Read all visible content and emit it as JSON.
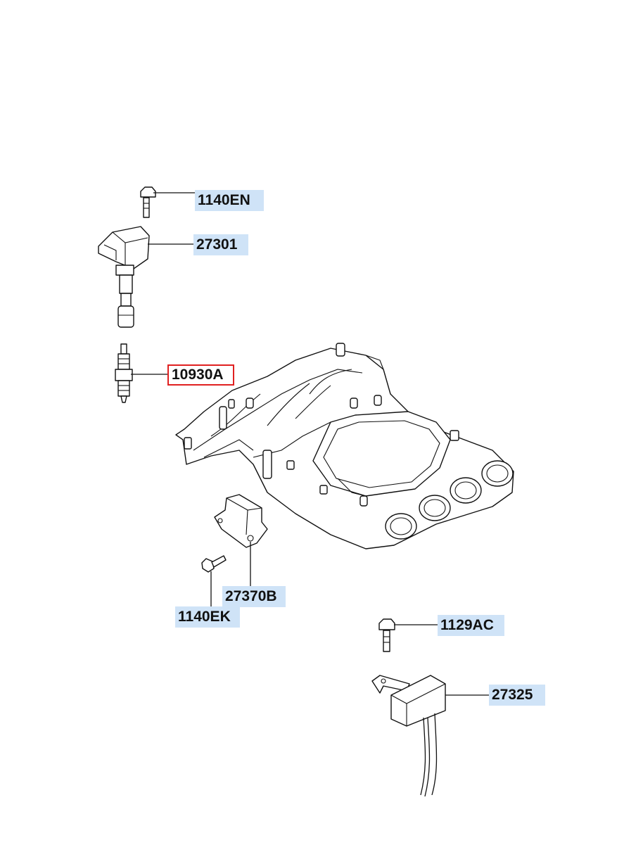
{
  "callouts": [
    {
      "id": "1140EN",
      "text": "1140EN",
      "selected": false
    },
    {
      "id": "27301",
      "text": "27301",
      "selected": false
    },
    {
      "id": "10930A",
      "text": "10930A",
      "selected": true
    },
    {
      "id": "27370B",
      "text": "27370B",
      "selected": false
    },
    {
      "id": "1140EK",
      "text": "1140EK",
      "selected": false
    },
    {
      "id": "1129AC",
      "text": "1129AC",
      "selected": false
    },
    {
      "id": "27325",
      "text": "27325",
      "selected": false
    }
  ],
  "colors": {
    "label_background": "#cfe3f7",
    "selected_border": "#e02020",
    "line": "#111111"
  }
}
